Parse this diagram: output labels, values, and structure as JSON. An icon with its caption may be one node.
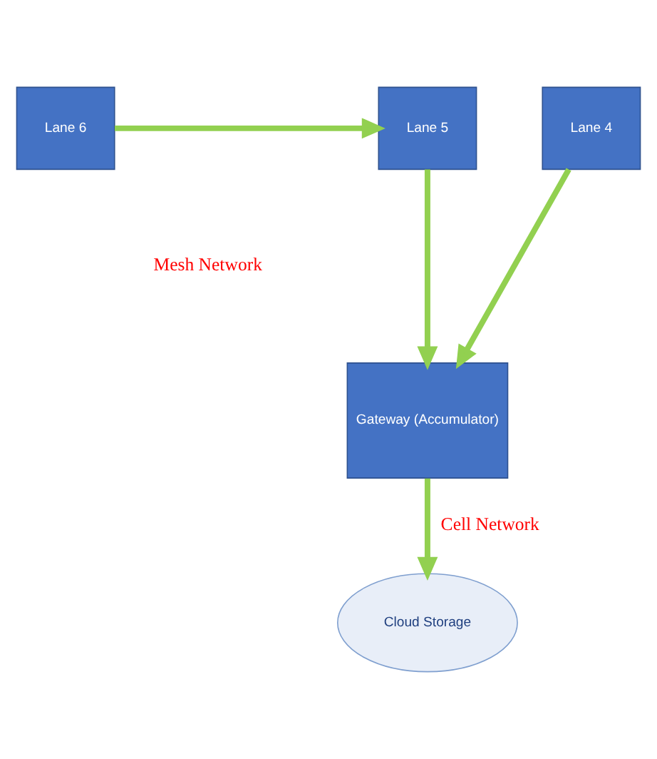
{
  "diagram": {
    "nodes": [
      {
        "text": [
          "Lane 6"
        ]
      },
      {
        "text": [
          "Lane 5"
        ]
      },
      {
        "text": [
          "Lane 4"
        ]
      },
      {
        "text": [
          "Gateway (Accumulator)"
        ]
      },
      {
        "text": [
          "Cloud Storage"
        ]
      }
    ],
    "edges": [
      {
        "from": 0,
        "to": 1,
        "arrow": "to"
      },
      {
        "from": 1,
        "to": 3,
        "arrow": "to"
      },
      {
        "from": 2,
        "to": 3,
        "arrow": "to"
      },
      {
        "from": 3,
        "to": 4,
        "arrow": "to",
        "label": "Cell Network"
      }
    ],
    "labels": [
      "Mesh Network"
    ]
  }
}
